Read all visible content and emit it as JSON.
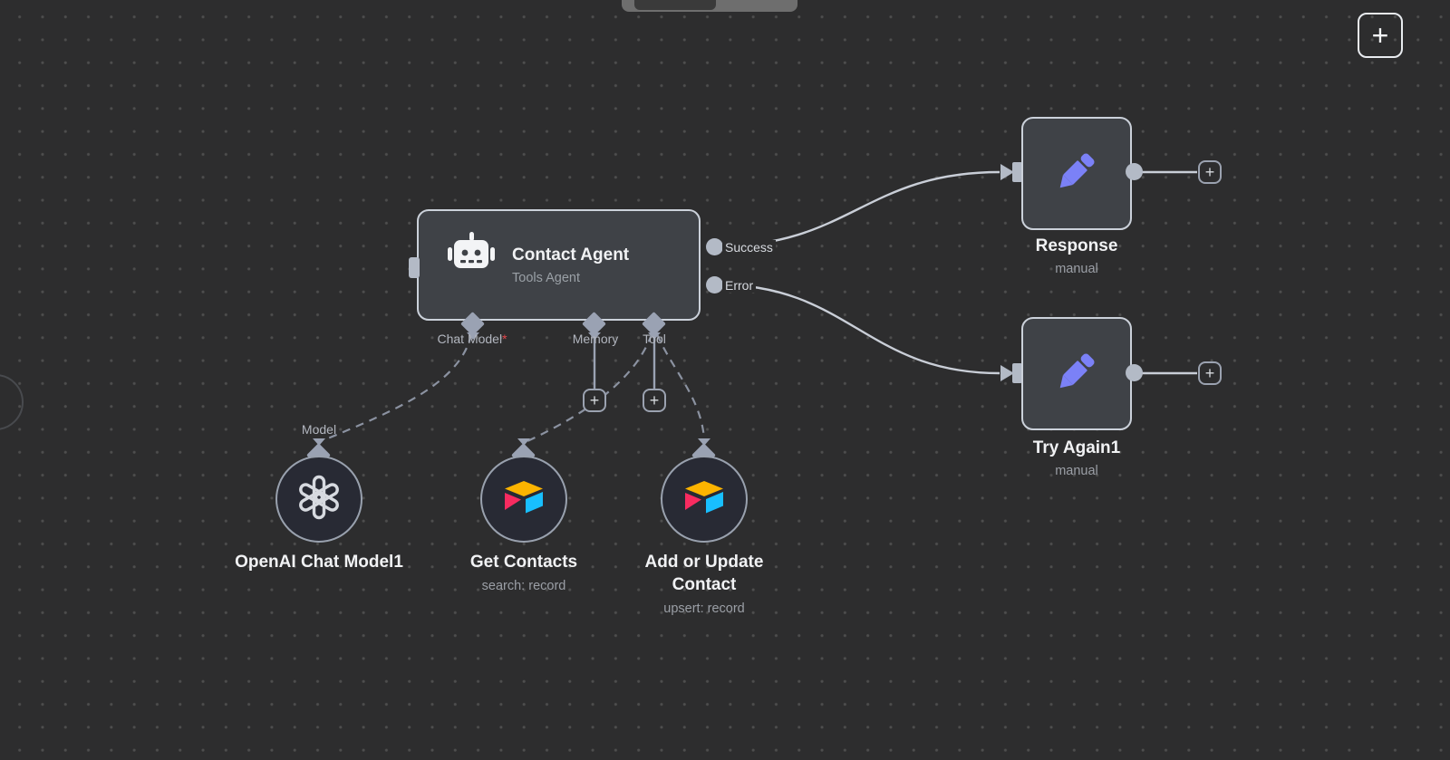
{
  "ui": {
    "plus": "+",
    "colors": {
      "canvas_bg": "#2d2d2e",
      "node_fill": "#3f4247",
      "node_border": "#cbd1da",
      "circle_node_fill": "#282a34",
      "handle_gray": "#b3bac6",
      "diamond_gray": "#9aa2b3",
      "connector": "#c9ced7",
      "dashed_connector": "#8b92a1",
      "pencil_purple": "#7b81f7",
      "airtable_yellow": "#fcb400",
      "airtable_pink": "#f82b60",
      "airtable_blue": "#18bfff",
      "required_red": "#e5484d"
    }
  },
  "agent": {
    "title": "Contact Agent",
    "subtitle": "Tools Agent",
    "outputs": {
      "success": "Success",
      "error": "Error"
    },
    "ports": {
      "chat_model": "Chat Model",
      "required_marker": "*",
      "memory": "Memory",
      "tool": "Tool"
    }
  },
  "model_node": {
    "port": "Model",
    "name": "OpenAI Chat Model1"
  },
  "tool_nodes": {
    "get_contacts": {
      "name": "Get Contacts",
      "operation": "search: record"
    },
    "add_update": {
      "name_line1": "Add or Update",
      "name_line2": "Contact",
      "operation": "upsert: record"
    }
  },
  "output_nodes": {
    "response": {
      "name": "Response",
      "trigger": "manual"
    },
    "try_again": {
      "name": "Try Again1",
      "trigger": "manual"
    }
  }
}
